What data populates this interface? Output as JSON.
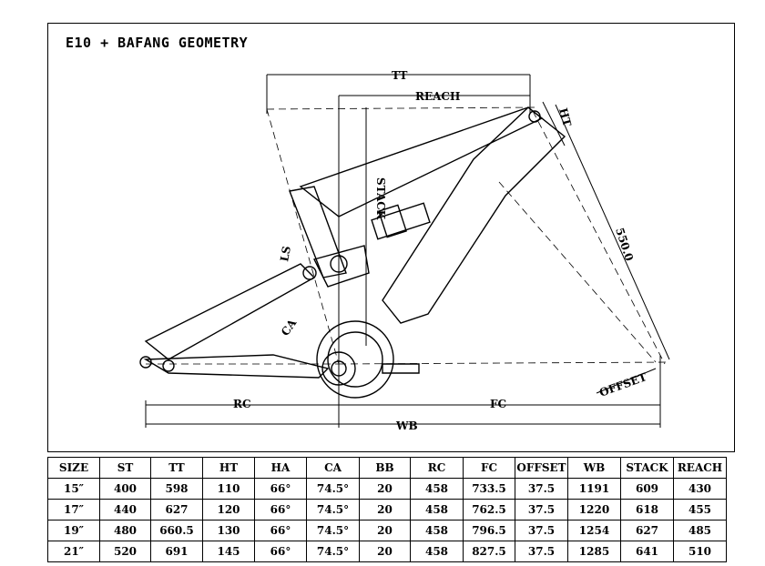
{
  "title": "E10 + BAFANG  GEOMETRY",
  "labels": {
    "tt": "TT",
    "reach": "REACH",
    "stack": "STACK",
    "ht": "HT",
    "ls": "LS",
    "ca": "CA",
    "fork_length": "550.0",
    "offset": "OFFSET",
    "rc": "RC",
    "fc": "FC",
    "wb": "WB"
  },
  "table": {
    "headers": [
      "SIZE",
      "ST",
      "TT",
      "HT",
      "HA",
      "CA",
      "BB",
      "RC",
      "FC",
      "OFFSET",
      "WB",
      "STACK",
      "REACH"
    ],
    "rows": [
      [
        "15″",
        "400",
        "598",
        "110",
        "66°",
        "74.5°",
        "20",
        "458",
        "733.5",
        "37.5",
        "1191",
        "609",
        "430"
      ],
      [
        "17″",
        "440",
        "627",
        "120",
        "66°",
        "74.5°",
        "20",
        "458",
        "762.5",
        "37.5",
        "1220",
        "618",
        "455"
      ],
      [
        "19″",
        "480",
        "660.5",
        "130",
        "66°",
        "74.5°",
        "20",
        "458",
        "796.5",
        "37.5",
        "1254",
        "627",
        "485"
      ],
      [
        "21″",
        "520",
        "691",
        "145",
        "66°",
        "74.5°",
        "20",
        "458",
        "827.5",
        "37.5",
        "1285",
        "641",
        "510"
      ]
    ]
  }
}
